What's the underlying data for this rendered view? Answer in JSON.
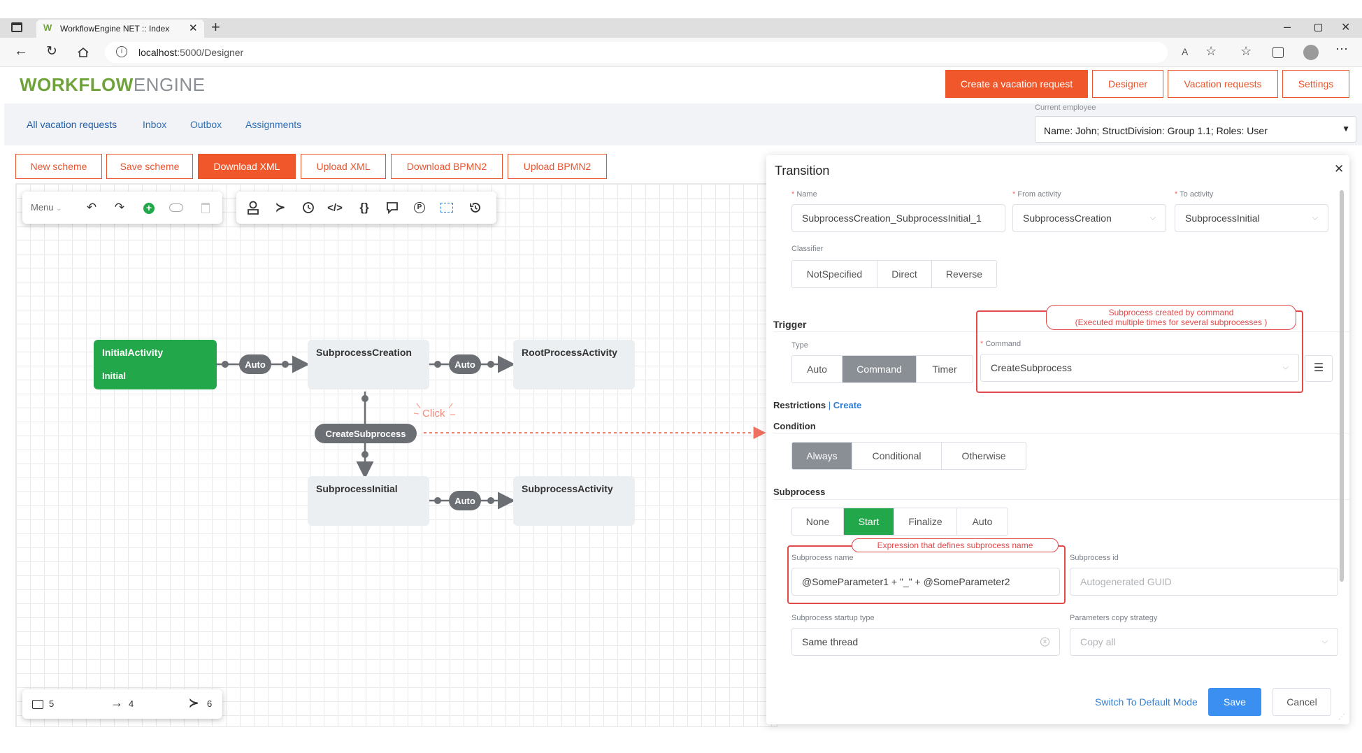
{
  "browser": {
    "tab_title": "WorkflowEngine NET :: Index",
    "url_host": "localhost",
    "url_path": ":5000/Designer"
  },
  "app": {
    "logo_bold": "WORKFLOW",
    "logo_light": "ENGINE",
    "create_vacation_label": "Create a vacation request",
    "designer_label": "Designer",
    "vacation_requests_label": "Vacation requests",
    "settings_label": "Settings"
  },
  "nav": {
    "all_requests": "All vacation requests",
    "inbox": "Inbox",
    "outbox": "Outbox",
    "assignments": "Assignments",
    "current_employee_label": "Current employee",
    "current_employee_value": "Name: John; StructDivision: Group 1.1; Roles: User"
  },
  "toolbar": {
    "new_scheme": "New scheme",
    "save_scheme": "Save scheme",
    "download_xml": "Download XML",
    "upload_xml": "Upload XML",
    "download_bpmn2": "Download BPMN2",
    "upload_bpmn2": "Upload BPMN2"
  },
  "designer": {
    "menu_label": "Menu",
    "activities": {
      "initial": "InitialActivity",
      "initial_sub": "Initial",
      "subprocess_creation": "SubprocessCreation",
      "root_process": "RootProcessActivity",
      "subprocess_initial": "SubprocessInitial",
      "subprocess_activity": "SubprocessActivity"
    },
    "transitions": {
      "auto1": "Auto",
      "auto2": "Auto",
      "auto3": "Auto",
      "create_subprocess": "CreateSubprocess"
    },
    "click_hint": "Click",
    "footer": {
      "activities_count": "5",
      "transitions_count": "4",
      "commands_count": "6"
    }
  },
  "panel": {
    "title": "Transition",
    "name_label": "Name",
    "name_value": "SubprocessCreation_SubprocessInitial_1",
    "from_label": "From activity",
    "from_value": "SubprocessCreation",
    "to_label": "To activity",
    "to_value": "SubprocessInitial",
    "classifier_label": "Classifier",
    "classifier_options": [
      "NotSpecified",
      "Direct",
      "Reverse"
    ],
    "trigger_label": "Trigger",
    "type_label": "Type",
    "type_options": [
      "Auto",
      "Command",
      "Timer"
    ],
    "type_selected": "Command",
    "command_label": "Command",
    "command_value": "CreateSubprocess",
    "command_tip_line1": "Subprocess created by command",
    "command_tip_line2": "(Executed multiple times for several subprocesses )",
    "restrictions_label": "Restrictions",
    "restrictions_create": "Create",
    "condition_label": "Condition",
    "condition_options": [
      "Always",
      "Conditional",
      "Otherwise"
    ],
    "condition_selected": "Always",
    "subprocess_label": "Subprocess",
    "subprocess_options": [
      "None",
      "Start",
      "Finalize",
      "Auto"
    ],
    "subprocess_selected": "Start",
    "subprocess_name_tip": "Expression that defines subprocess name",
    "subprocess_name_label": "Subprocess name",
    "subprocess_name_value": "@SomeParameter1 + \"_\" + @SomeParameter2",
    "subprocess_id_label": "Subprocess id",
    "subprocess_id_placeholder": "Autogenerated GUID",
    "startup_type_label": "Subprocess startup type",
    "startup_type_value": "Same thread",
    "copy_strategy_label": "Parameters copy strategy",
    "copy_strategy_placeholder": "Copy all",
    "switch_mode": "Switch To Default Mode",
    "save": "Save",
    "cancel": "Cancel"
  }
}
